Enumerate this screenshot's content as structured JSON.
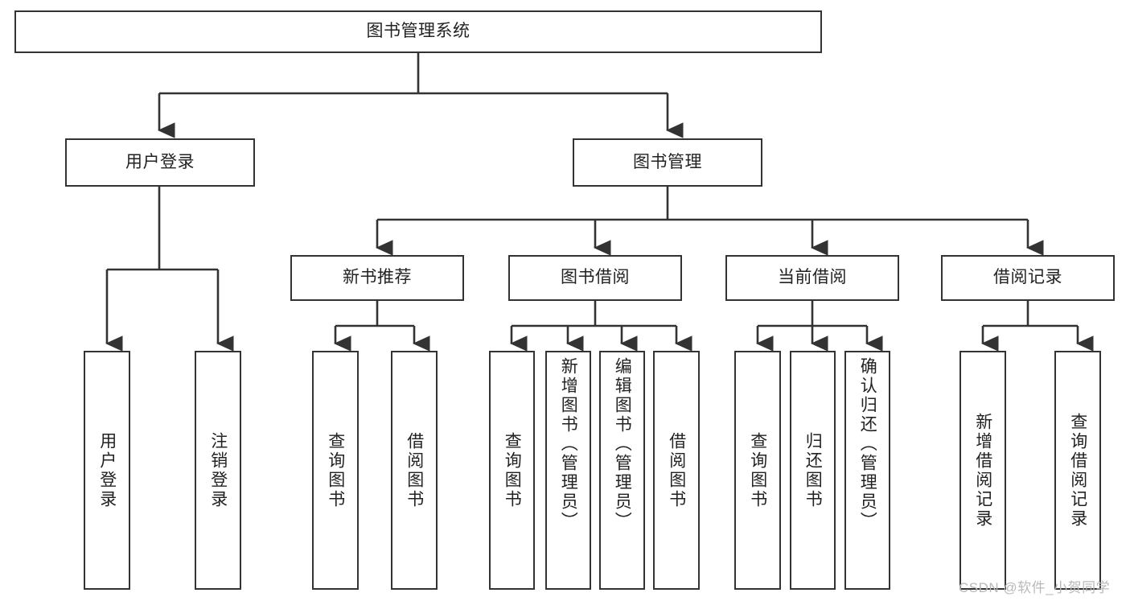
{
  "diagram": {
    "title": "图书管理系统",
    "type": "tree",
    "watermark": "CSDN @软件_小贺同学",
    "colors": {
      "box_border": "#333333",
      "box_fill": "#ffffff",
      "connector": "#333333",
      "text": "#222222",
      "watermark": "#b9b9b9",
      "background": "#ffffff"
    },
    "nodes": {
      "root": {
        "label": "图书管理系统"
      },
      "level2": [
        {
          "label": "用户登录"
        },
        {
          "label": "图书管理"
        }
      ],
      "level3": [
        {
          "label": "新书推荐"
        },
        {
          "label": "图书借阅"
        },
        {
          "label": "当前借阅"
        },
        {
          "label": "借阅记录"
        }
      ],
      "leaves_user_login": [
        {
          "label": "用户登录"
        },
        {
          "label": "注销登录"
        }
      ],
      "leaves_new_book": [
        {
          "label": "查询图书"
        },
        {
          "label": "借阅图书"
        }
      ],
      "leaves_borrow": [
        {
          "label": "查询图书"
        },
        {
          "label": "新增图书（管理员）"
        },
        {
          "label": "编辑图书（管理员）"
        },
        {
          "label": "借阅图书"
        }
      ],
      "leaves_current": [
        {
          "label": "查询图书"
        },
        {
          "label": "归还图书"
        },
        {
          "label": "确认归还（管理员）"
        }
      ],
      "leaves_records": [
        {
          "label": "新增借阅记录"
        },
        {
          "label": "查询借阅记录"
        }
      ]
    }
  }
}
